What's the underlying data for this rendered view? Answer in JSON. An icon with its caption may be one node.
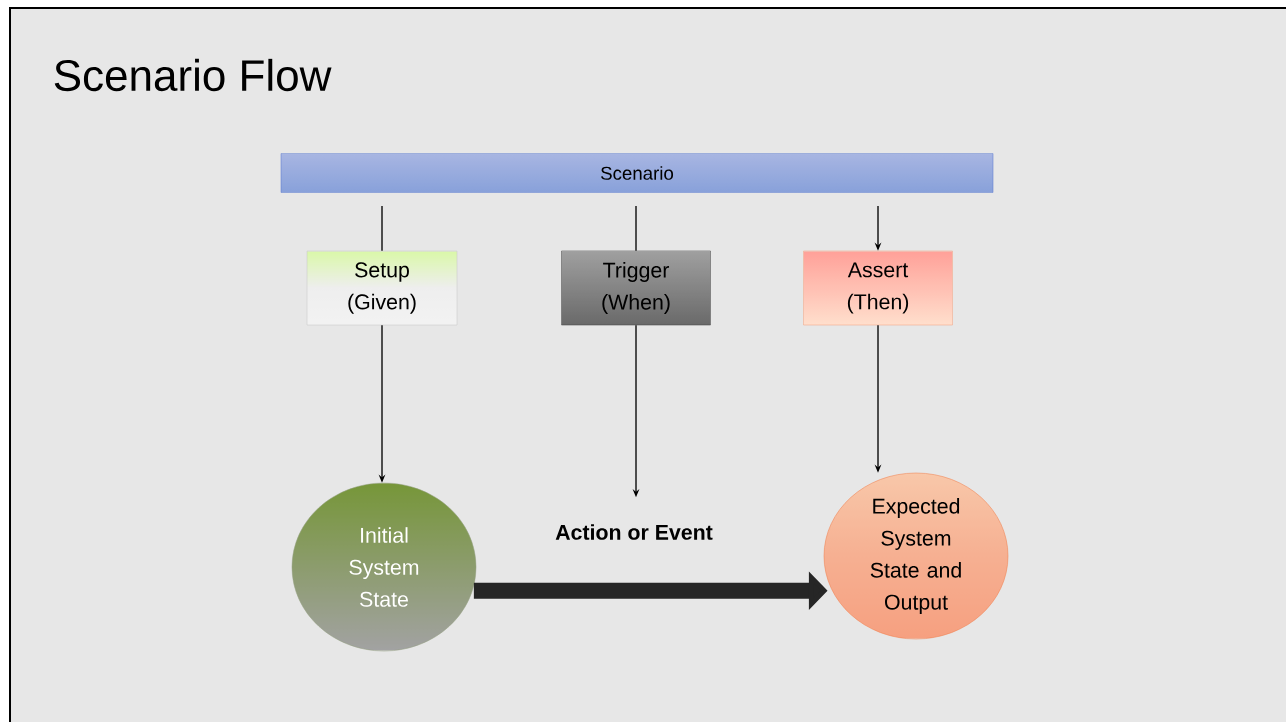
{
  "diagram": {
    "title": "Scenario Flow",
    "nodes": [
      {
        "text": [
          "Scenario"
        ]
      },
      {
        "text": [
          "Setup (Given)"
        ]
      },
      {
        "text": [
          "Trigger (When)"
        ]
      },
      {
        "text": [
          "Assert (Then)"
        ]
      },
      {
        "text": [
          "Initial System State"
        ]
      },
      {
        "text": [
          "Action or Event"
        ]
      },
      {
        "text": [
          "Expected System State and Output"
        ]
      }
    ],
    "edges": [
      {
        "from": 0,
        "to": 1,
        "arrow": "none"
      },
      {
        "from": 0,
        "to": 2,
        "arrow": "none"
      },
      {
        "from": 0,
        "to": 3,
        "arrow": "to"
      },
      {
        "from": 1,
        "to": 4,
        "arrow": "to"
      },
      {
        "from": 2,
        "to": 5,
        "arrow": "to"
      },
      {
        "from": 3,
        "to": 6,
        "arrow": "to"
      },
      {
        "from": 4,
        "to": 6,
        "arrow": "to",
        "style": "thick"
      }
    ]
  }
}
